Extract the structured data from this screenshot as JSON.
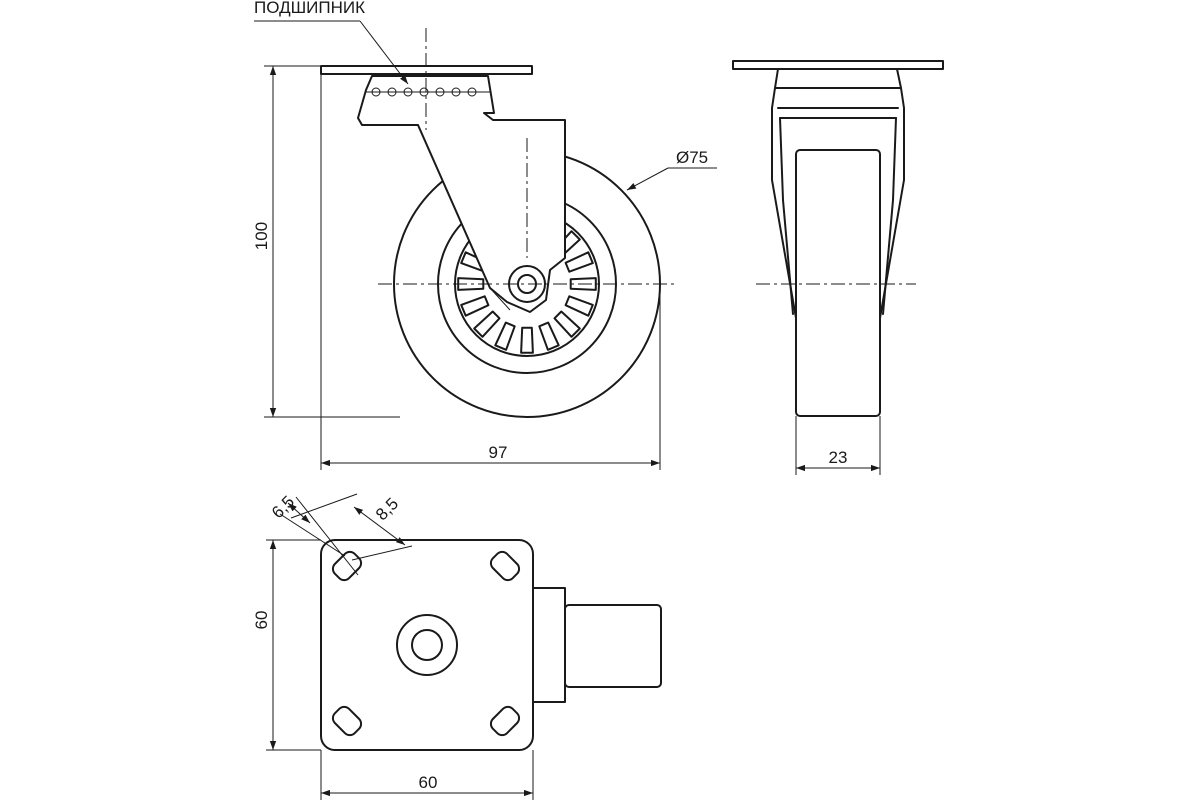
{
  "labels": {
    "bearing": "ПОДШИПНИК",
    "wheel_diameter": "Ø75",
    "total_height": "100",
    "total_width": "97",
    "wheel_width": "23",
    "hole_offset_a": "6,5",
    "hole_offset_b": "8,5",
    "plate_height": "60",
    "plate_width": "60"
  }
}
